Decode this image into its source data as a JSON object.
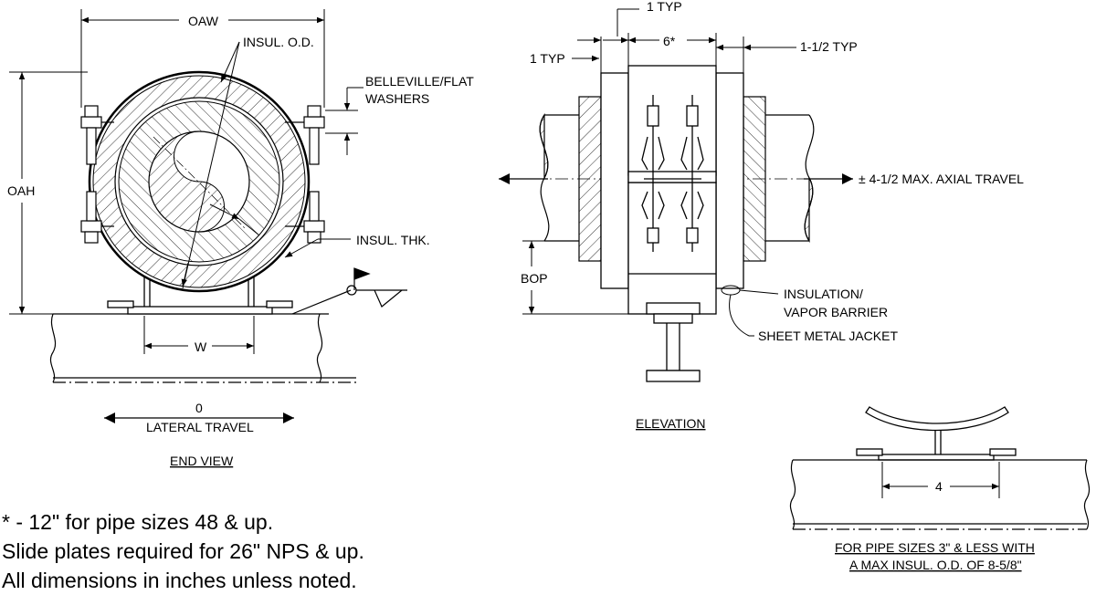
{
  "end_view": {
    "title": "END VIEW",
    "labels": {
      "oaw": "OAW",
      "oah": "OAH",
      "insul_od": "INSUL. O.D.",
      "washers_line1": "BELLEVILLE/FLAT",
      "washers_line2": "WASHERS",
      "insul_thk": "INSUL. THK.",
      "w": "W",
      "lateral_zero": "0",
      "lateral_travel": "LATERAL TRAVEL"
    }
  },
  "elevation": {
    "title": "ELEVATION",
    "labels": {
      "one_typ_top": "1 TYP",
      "six_star": "6*",
      "one_half_typ": "1-1/2 TYP",
      "one_typ_left": "1 TYP",
      "axial_travel": "± 4-1/2 MAX. AXIAL TRAVEL",
      "bop": "BOP",
      "insulation_line1": "INSULATION/",
      "insulation_line2": "VAPOR BARRIER",
      "sheet_metal_jacket": "SHEET METAL JACKET"
    }
  },
  "small_pipe_detail": {
    "dimension": "4",
    "caption_line1": "FOR PIPE SIZES 3\" & LESS WITH",
    "caption_line2": "A MAX INSUL. O.D. OF 8-5/8\""
  },
  "notes": [
    "* - 12\" for pipe sizes 48 & up.",
    "Slide plates required for 26\" NPS & up.",
    "All dimensions in inches unless noted."
  ]
}
